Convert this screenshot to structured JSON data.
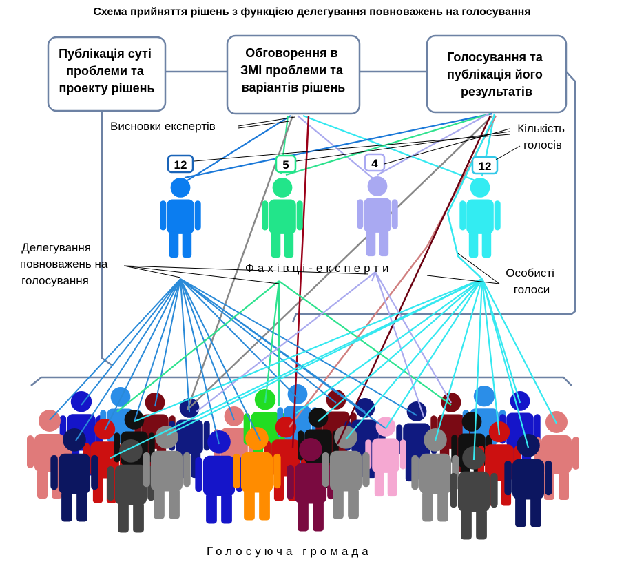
{
  "title": "Схема прийняття рішень з функцією делегування повноважень на голосування",
  "boxes": [
    {
      "lines": [
        "Публікація суті",
        "проблеми та",
        "проекту рішень"
      ]
    },
    {
      "lines": [
        "Обговорення в",
        "ЗМІ проблеми та",
        "варіантів рішень"
      ]
    },
    {
      "lines": [
        "Голосування та",
        "публікація його",
        "результатів"
      ]
    }
  ],
  "labels": {
    "expert_conclusions": "Висновки експертів",
    "vote_count": [
      "Кількість",
      "голосів"
    ],
    "delegation": [
      "Делегування",
      "повноважень на",
      "голосування"
    ],
    "experts": "Фахівці-експерти",
    "personal_votes": [
      "Особисті",
      "голоси"
    ],
    "community": "Голосуюча громада"
  },
  "experts": [
    {
      "votes": "12",
      "color": "#0b7df0"
    },
    {
      "votes": "5",
      "color": "#22e58a"
    },
    {
      "votes": "4",
      "color": "#a9a9f2"
    },
    {
      "votes": "12",
      "color": "#33ecf2"
    }
  ]
}
